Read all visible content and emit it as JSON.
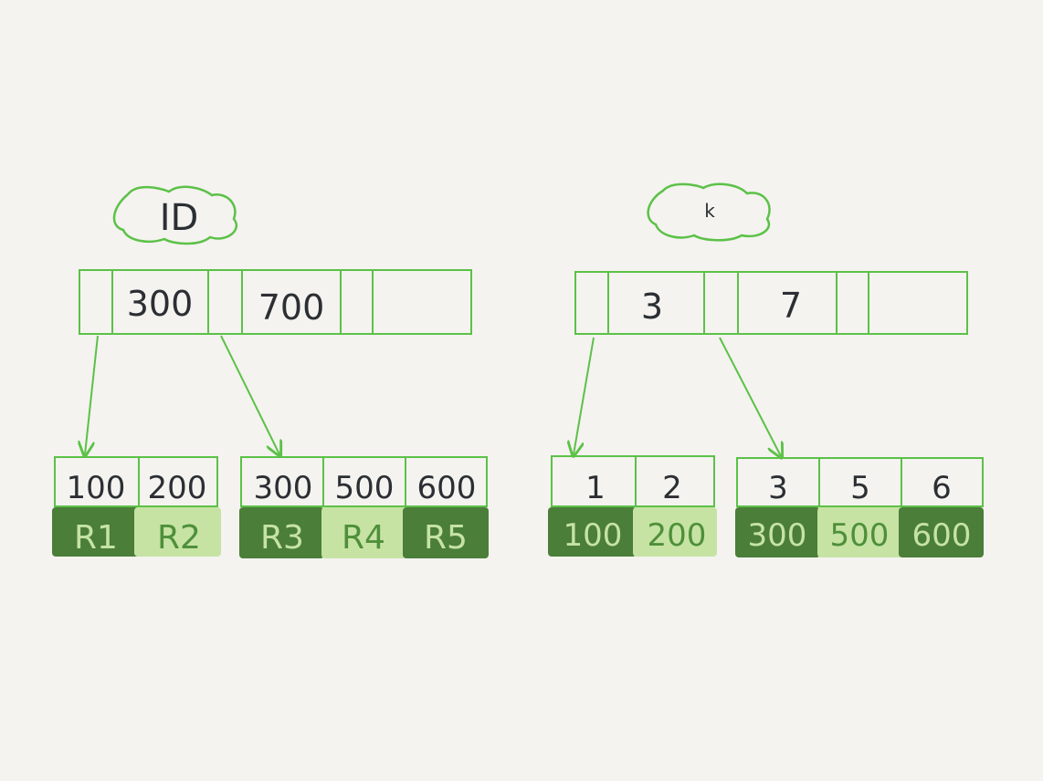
{
  "colors": {
    "background": "#f4f3ef",
    "outline_green": "#5cc148",
    "dark_green": "#4a7e39",
    "light_green": "#c6e3a4",
    "ink": "#2b2f33"
  },
  "trees": [
    {
      "label": "ID",
      "root_keys": [
        "300",
        "700"
      ],
      "leaves": [
        {
          "keys": [
            "100",
            "200"
          ],
          "values": [
            "R1",
            "R2"
          ]
        },
        {
          "keys": [
            "300",
            "500",
            "600"
          ],
          "values": [
            "R3",
            "R4",
            "R5"
          ]
        }
      ]
    },
    {
      "label": "k",
      "root_keys": [
        "3",
        "7"
      ],
      "leaves": [
        {
          "keys": [
            "1",
            "2"
          ],
          "values": [
            "100",
            "200"
          ]
        },
        {
          "keys": [
            "3",
            "5",
            "6"
          ],
          "values": [
            "300",
            "500",
            "600"
          ]
        }
      ]
    }
  ]
}
